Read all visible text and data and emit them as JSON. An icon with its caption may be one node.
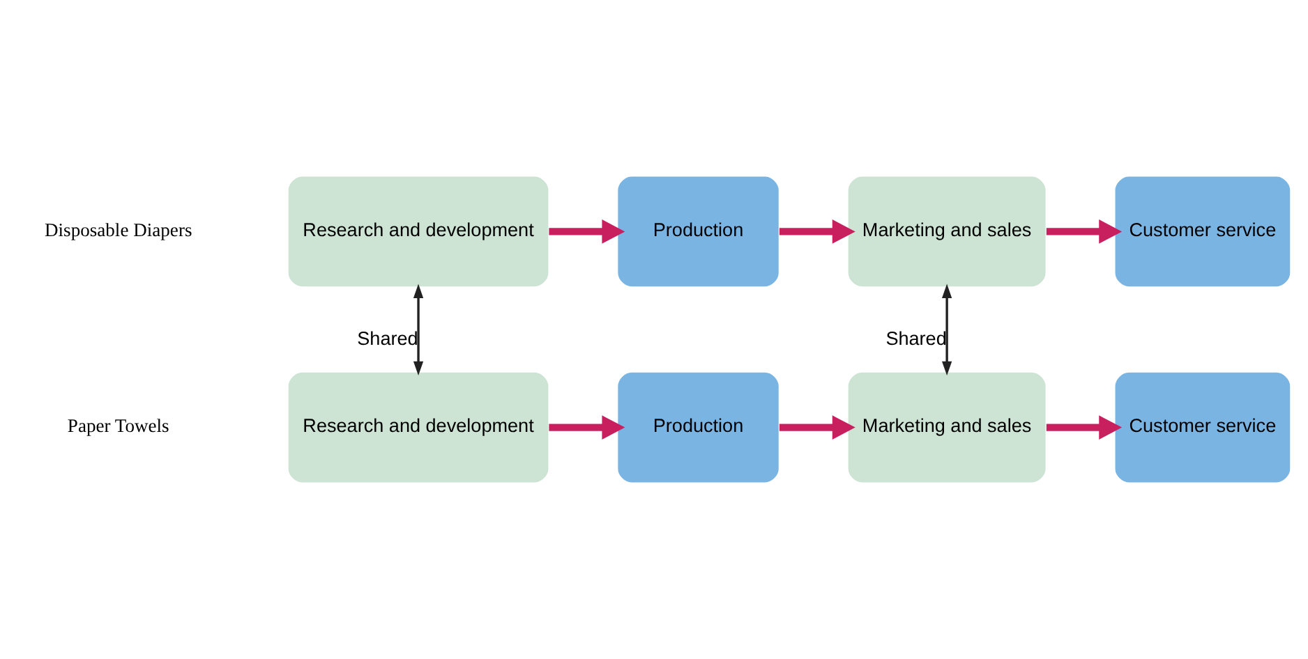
{
  "diagram": {
    "nodes": [
      {
        "text": [
          "Research and development"
        ]
      },
      {
        "text": [
          "Production"
        ]
      },
      {
        "text": [
          "Marketing and sales"
        ]
      },
      {
        "text": [
          "Customer service"
        ]
      },
      {
        "text": [
          "Research and development"
        ]
      },
      {
        "text": [
          "Production"
        ]
      },
      {
        "text": [
          "Marketing and sales"
        ]
      },
      {
        "text": [
          "Customer service"
        ]
      }
    ],
    "edges": [
      {
        "from": 0,
        "to": 1,
        "arrow": "to"
      },
      {
        "from": 1,
        "to": 2,
        "arrow": "to"
      },
      {
        "from": 2,
        "to": 3,
        "arrow": "to"
      },
      {
        "from": 4,
        "to": 5,
        "arrow": "to"
      },
      {
        "from": 5,
        "to": 6,
        "arrow": "to"
      },
      {
        "from": 6,
        "to": 7,
        "arrow": "to"
      },
      {
        "from": 0,
        "to": 4,
        "arrow": "both",
        "label": "Shared",
        "color": "#222222"
      },
      {
        "from": 2,
        "to": 6,
        "arrow": "both",
        "label": "Shared",
        "color": "#222222"
      }
    ],
    "labels": [
      "Disposable Diapers",
      "Paper Towels"
    ]
  }
}
